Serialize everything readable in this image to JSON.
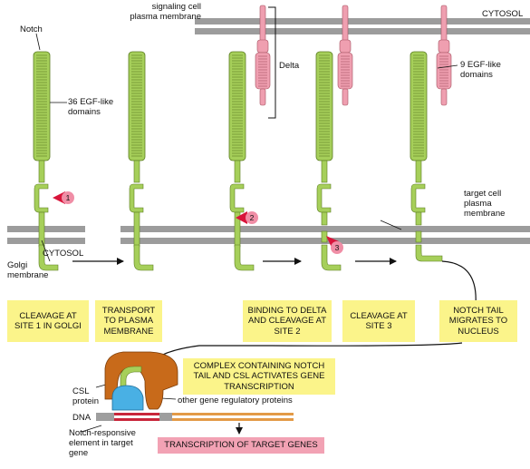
{
  "labels": {
    "notch": "Notch",
    "egf36": "36 EGF-like domains",
    "signaling": "signaling cell plasma membrane",
    "cytosol_top": "CYTOSOL",
    "delta": "Delta",
    "egf9": "9 EGF-like domains",
    "target": "target cell plasma membrane",
    "cytosol_mid": "CYTOSOL",
    "golgi": "Golgi membrane",
    "csl": "CSL protein",
    "other": "other gene regulatory proteins",
    "dna": "DNA",
    "nre": "Notch-responsive element in target gene"
  },
  "sites": [
    "1",
    "2",
    "3"
  ],
  "steps": [
    "CLEAVAGE AT SITE 1 IN GOLGI",
    "TRANSPORT TO PLASMA MEMBRANE",
    "BINDING TO DELTA AND CLEAVAGE AT SITE 2",
    "CLEAVAGE AT SITE 3",
    "NOTCH TAIL MIGRATES TO NUCLEUS"
  ],
  "complex": "COMPLEX CONTAINING NOTCH TAIL AND CSL ACTIVATES GENE TRANSCRIPTION",
  "transcription": "TRANSCRIPTION OF TARGET GENES",
  "colors": {
    "notch": "#a6cf5a",
    "delta": "#ef9fb0",
    "membrane": "#9c9c9c",
    "box": "#fbf48a",
    "csl": "#49b0e4",
    "regulatory": "#c86a1a",
    "dna_orange": "#e39a47",
    "dna_red": "#c8263a"
  }
}
